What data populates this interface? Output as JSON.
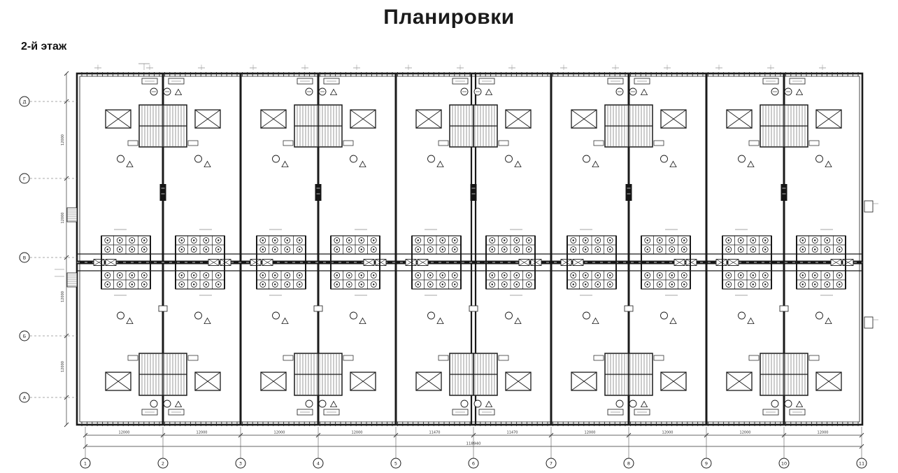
{
  "page": {
    "title": "Планировки",
    "floor_label": "2-й этаж"
  },
  "plan": {
    "grid_columns": [
      "1",
      "2",
      "3",
      "4",
      "5",
      "6",
      "7",
      "8",
      "9",
      "10",
      "11"
    ],
    "grid_rows": [
      "Д",
      "Г",
      "В",
      "Б",
      "А"
    ],
    "module_count": 5,
    "bottom_dimensions": [
      "12000",
      "12000",
      "12000",
      "12000",
      "11470",
      "11470",
      "12000",
      "12000",
      "12000",
      "12000"
    ],
    "total_dimension": "118940",
    "left_dimensions": [
      "12000",
      "12000",
      "12000",
      "12000"
    ],
    "colors": {
      "line": "#1a1a1a",
      "wall": "#111111",
      "grey": "#888888",
      "mid": "#555555",
      "background": "#ffffff",
      "corridor": "#161616"
    }
  }
}
